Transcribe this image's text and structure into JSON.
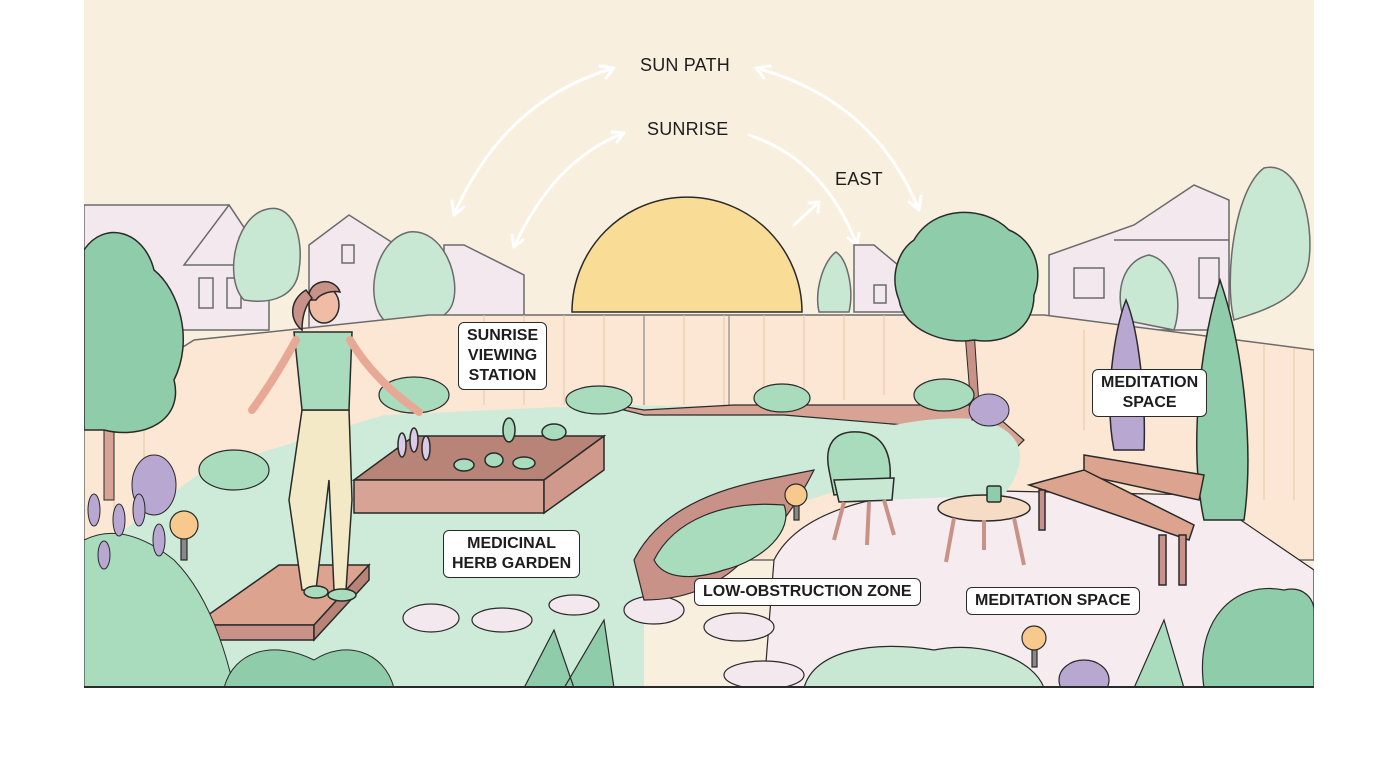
{
  "diagram": {
    "subject": "Backyard garden layout oriented to the sunrise",
    "sky_labels": {
      "sun_path": "SUN PATH",
      "sunrise": "SUNRISE",
      "east": "EAST"
    },
    "callouts": {
      "sunrise_viewing_station": [
        "SUNRISE",
        "VIEWING",
        "STATION"
      ],
      "meditation_space_top": [
        "MEDITATION",
        "SPACE"
      ],
      "medicinal_herb_garden": [
        "MEDICINAL",
        "HERB GARDEN"
      ],
      "low_obstruction_zone": [
        "LOW-OBSTRUCTION ZONE"
      ],
      "meditation_space_bottom": [
        "MEDITATION SPACE"
      ]
    },
    "colors": {
      "sky": "#f8efdf",
      "sun": "#f9dd96",
      "house": "#f3e8ee",
      "fence": "#fbe7d3",
      "lawn": "#cdebd8",
      "foliage": "#8fcca9",
      "foliage_light": "#c8e8d3",
      "lavender": "#b8a7d1",
      "wood": "#dca48f",
      "soil": "#c99288",
      "patio": "#f6ecef",
      "outline": "#2a2a2a"
    }
  }
}
